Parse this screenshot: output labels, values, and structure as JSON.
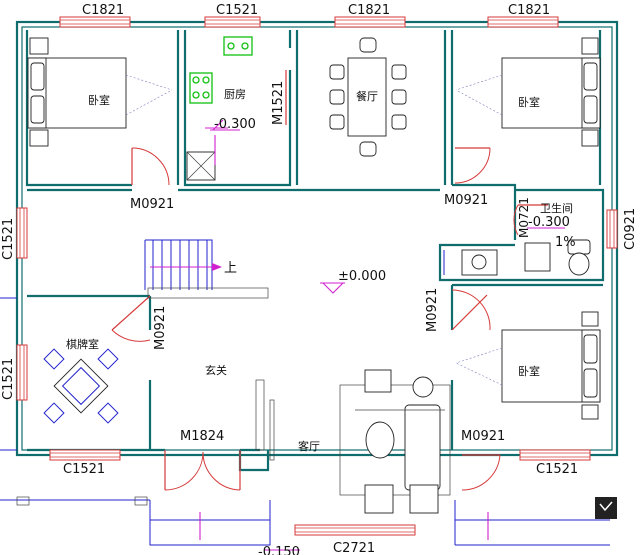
{
  "plan": {
    "rooms": {
      "bedroom_nw": "卧室",
      "kitchen": "厨房",
      "dining": "餐厅",
      "bedroom_ne": "卧室",
      "bathroom": "卫生间",
      "mahjong": "棋牌室",
      "foyer": "玄关",
      "living": "客厅",
      "bedroom_se": "卧室"
    },
    "windows": {
      "top_1": "C1821",
      "top_2": "C1521",
      "top_3": "C1821",
      "top_4": "C1821",
      "left_1": "C1521",
      "left_2": "C1521",
      "right_1": "C0921",
      "bottom_1": "C1521",
      "bottom_2": "C1521",
      "bottom_3": "C2721"
    },
    "doors": {
      "bedroom_nw": "M0921",
      "kitchen": "M1521",
      "bedroom_ne": "M0921",
      "bathroom": "M0721",
      "mahjong": "M0921",
      "bedroom_se_side": "M0921",
      "entrance": "M1824",
      "bedroom_se": "M0921"
    },
    "levels": {
      "kitchen": "-0.300",
      "bathroom": "-0.300",
      "main": "±0.000",
      "outside": "-0.150"
    },
    "slope": "1%",
    "stair_label": "上"
  }
}
